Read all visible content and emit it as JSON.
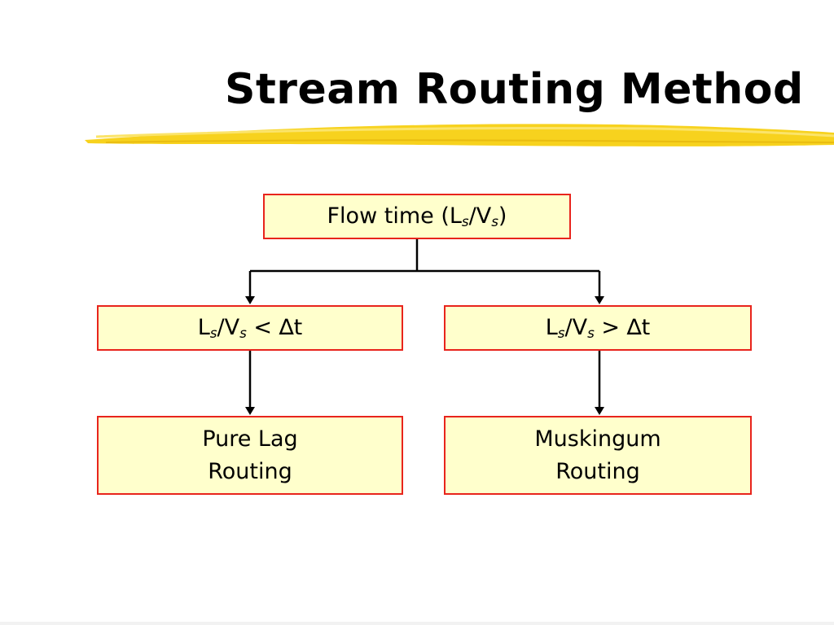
{
  "slide": {
    "title": "Stream Routing Method"
  },
  "diagram": {
    "top_box": {
      "text": "Flow time (",
      "L": "L",
      "sub1": "s",
      "slash": "/V",
      "sub2": "s",
      "close": ")"
    },
    "left_condition": {
      "L": "L",
      "sub1": "s",
      "slash": "/V",
      "sub2": "s",
      "op": " < ",
      "delta": "∆t"
    },
    "right_condition": {
      "L": "L",
      "sub1": "s",
      "slash": "/V",
      "sub2": "s",
      "op": " > ",
      "delta": "∆t"
    },
    "left_result": {
      "line1": "Pure Lag",
      "line2": "Routing"
    },
    "right_result": {
      "line1": "Muskingum",
      "line2": "Routing"
    }
  },
  "colors": {
    "box_fill": "#ffffcc",
    "box_border": "#e8241c",
    "highlight_stroke": "#f5d000"
  }
}
